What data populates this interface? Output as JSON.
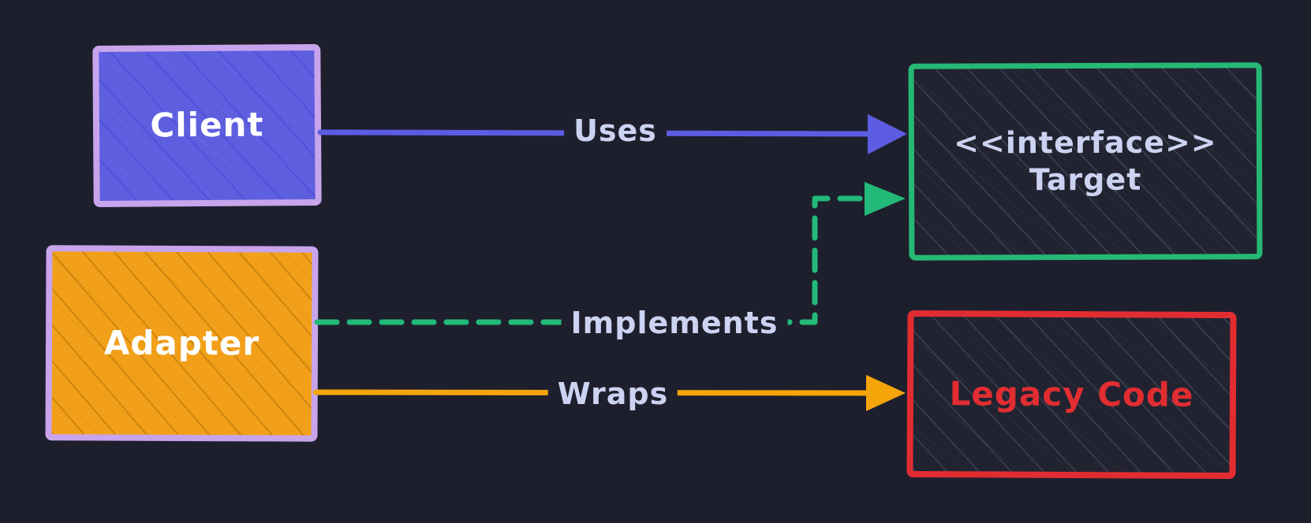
{
  "diagram": {
    "kind": "adapter-pattern-uml",
    "background_color": "#1e1f2d",
    "edge_label_text_color": "#ccd3f2"
  },
  "nodes": {
    "client": {
      "label": "Client",
      "fill": "#5e5fdf",
      "border_color": "#c8a4ec",
      "text_color": "#ffffff"
    },
    "adapter": {
      "label": "Adapter",
      "fill": "#f2a019",
      "border_color": "#c8a4ec",
      "text_color": "#ffffff"
    },
    "target": {
      "stereotype": "<<interface>>",
      "label": "Target",
      "fill": "#212330",
      "border_color": "#26b976",
      "text_color": "#ccd3f2"
    },
    "legacy": {
      "label": "Legacy Code",
      "fill": "#212330",
      "border_color": "#e12d32",
      "text_color": "#e12d32"
    }
  },
  "edges": {
    "uses": {
      "label": "Uses",
      "color": "#5c5ce2",
      "style": "solid",
      "from": "Client",
      "to": "Target"
    },
    "implements": {
      "label": "Implements",
      "color": "#23b978",
      "style": "dashed",
      "from": "Adapter",
      "to": "Target"
    },
    "wraps": {
      "label": "Wraps",
      "color": "#f5a50a",
      "style": "solid",
      "from": "Adapter",
      "to": "Legacy Code"
    }
  }
}
